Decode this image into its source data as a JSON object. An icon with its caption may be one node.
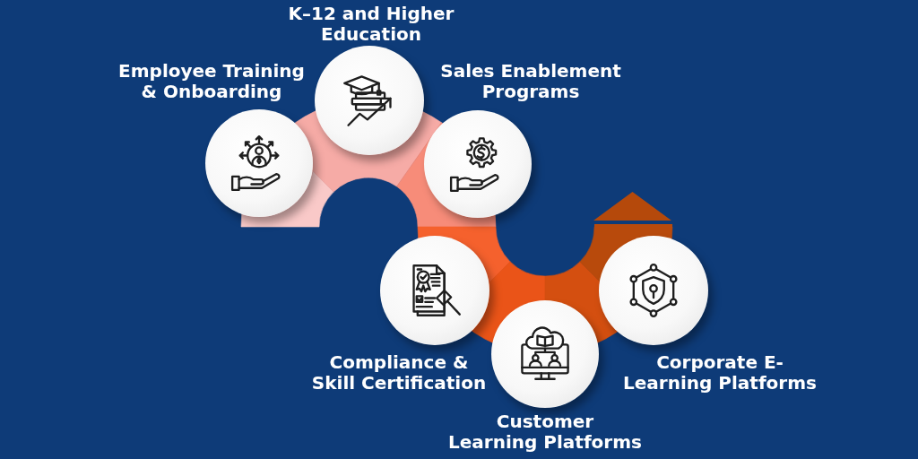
{
  "diagram": {
    "nodes": [
      {
        "text": [
          "Employee Training & Onboarding"
        ]
      },
      {
        "text": [
          "K–12 and Higher Education"
        ]
      },
      {
        "text": [
          "Sales Enablement Programs"
        ]
      },
      {
        "text": [
          "Compliance & Skill Certification"
        ]
      },
      {
        "text": [
          "Customer Learning Platforms"
        ]
      },
      {
        "text": [
          "Corporate E-Learning Platforms"
        ]
      }
    ]
  }
}
